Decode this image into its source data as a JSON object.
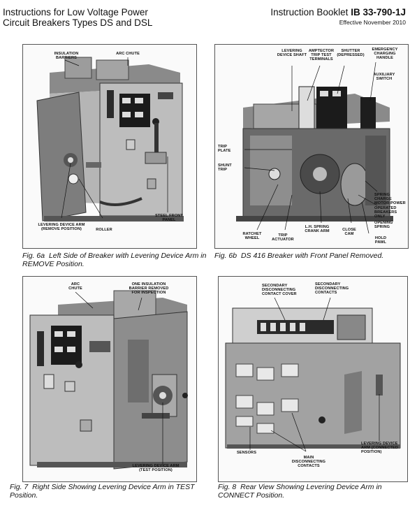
{
  "header": {
    "title_line1": "Instructions for Low Voltage Power",
    "title_line2": "Circuit Breakers Types DS and DSL",
    "booklet_prefix": "Instruction Booklet",
    "booklet_number": "IB 33-790-1J",
    "effective": "Effective November 2010"
  },
  "figures": [
    {
      "caption_num": "Fig. 6a",
      "caption_text": "Left Side of Breaker with Levering Device Arm in REMOVE Position.",
      "labels": [
        "INSULATION BARRIERS",
        "ARC CHUTE",
        "LEVERING DEVICE ARM (REMOVE POSITION)",
        "ROLLER",
        "STEEL FRONT PANEL"
      ]
    },
    {
      "caption_num": "Fig. 6b",
      "caption_text": "DS 416 Breaker with Front Panel Removed.",
      "labels": [
        "LEVERING DEVICE SHAFT",
        "AMPTECTOR TRIP TEST TERMINALS",
        "SHUTTER (DEPRESSED)",
        "EMERGENCY CHARGING HANDLE",
        "AUXILIARY SWITCH",
        "TRIP PLATE",
        "SHUNT TRIP",
        "SPRING CHARGE MOTOR-POWER OPERATED BREAKERS ONLY",
        "OPENING SPRING",
        "RATCHET WHEEL",
        "TRIP ACTUATOR",
        "L.H. SPRING CRANK ARM",
        "CLOSE CAM",
        "HOLD PAWL"
      ]
    },
    {
      "caption_num": "Fig. 7",
      "caption_text": "Right Side Showing Levering Device Arm in TEST Position.",
      "labels": [
        "ARC CHUTE",
        "ONE INSULATION BARRIER REMOVED FOR INSPECTION",
        "LEVERING DEVICE ARM (TEST POSITION)"
      ]
    },
    {
      "caption_num": "Fig. 8",
      "caption_text": "Rear View Showing Levering Device Arm in CONNECT Position.",
      "labels": [
        "SECONDARY DISCONNECTING CONTACT COVER",
        "SECONDARY DISCONNECTING CONTACTS",
        "SENSORS",
        "MAIN DISCONNECTING CONTACTS",
        "LEVERING DEVICE ARM (CONNECTED POSITION)"
      ]
    }
  ]
}
